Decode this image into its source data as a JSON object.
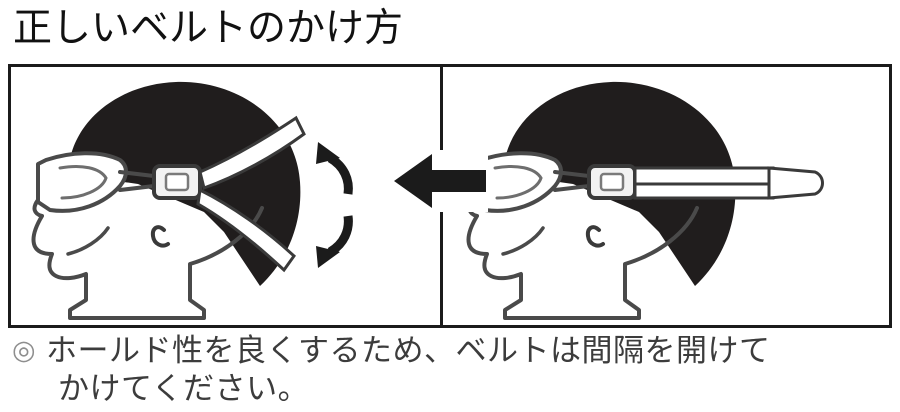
{
  "document": {
    "title": "正しいベルトのかけ方",
    "language": "ja"
  },
  "figure": {
    "frame_color": "#1b1b1b",
    "background_color": "#ffffff",
    "panels": [
      {
        "id": "before",
        "position": "left",
        "description": "横顔にスイミングゴーグルを装着し、ベルトを上下に開いた状態",
        "straps": "split",
        "rotation_arrows": 2,
        "hair_color": "#201d1d",
        "outline_color": "#4a4a4a"
      },
      {
        "id": "after",
        "position": "right",
        "description": "横顔にスイミングゴーグルを装着し、ベルトが重なった状態",
        "straps": "together",
        "rotation_arrows": 0,
        "hair_color": "#201d1d",
        "outline_color": "#4a4a4a"
      }
    ],
    "transition_arrow": {
      "direction": "left",
      "color": "#1b1b1b"
    }
  },
  "caption": {
    "bullet": "◎",
    "bullet_color": "#8e8e8e",
    "text_color": "#3c3c3c",
    "line_1": "ホールド性を良くするため、ベルトは間隔を開けて",
    "line_2": "かけてください。",
    "full_text": "◎ ホールド性を良くするため、ベルトは間隔を開けてかけてください。"
  }
}
